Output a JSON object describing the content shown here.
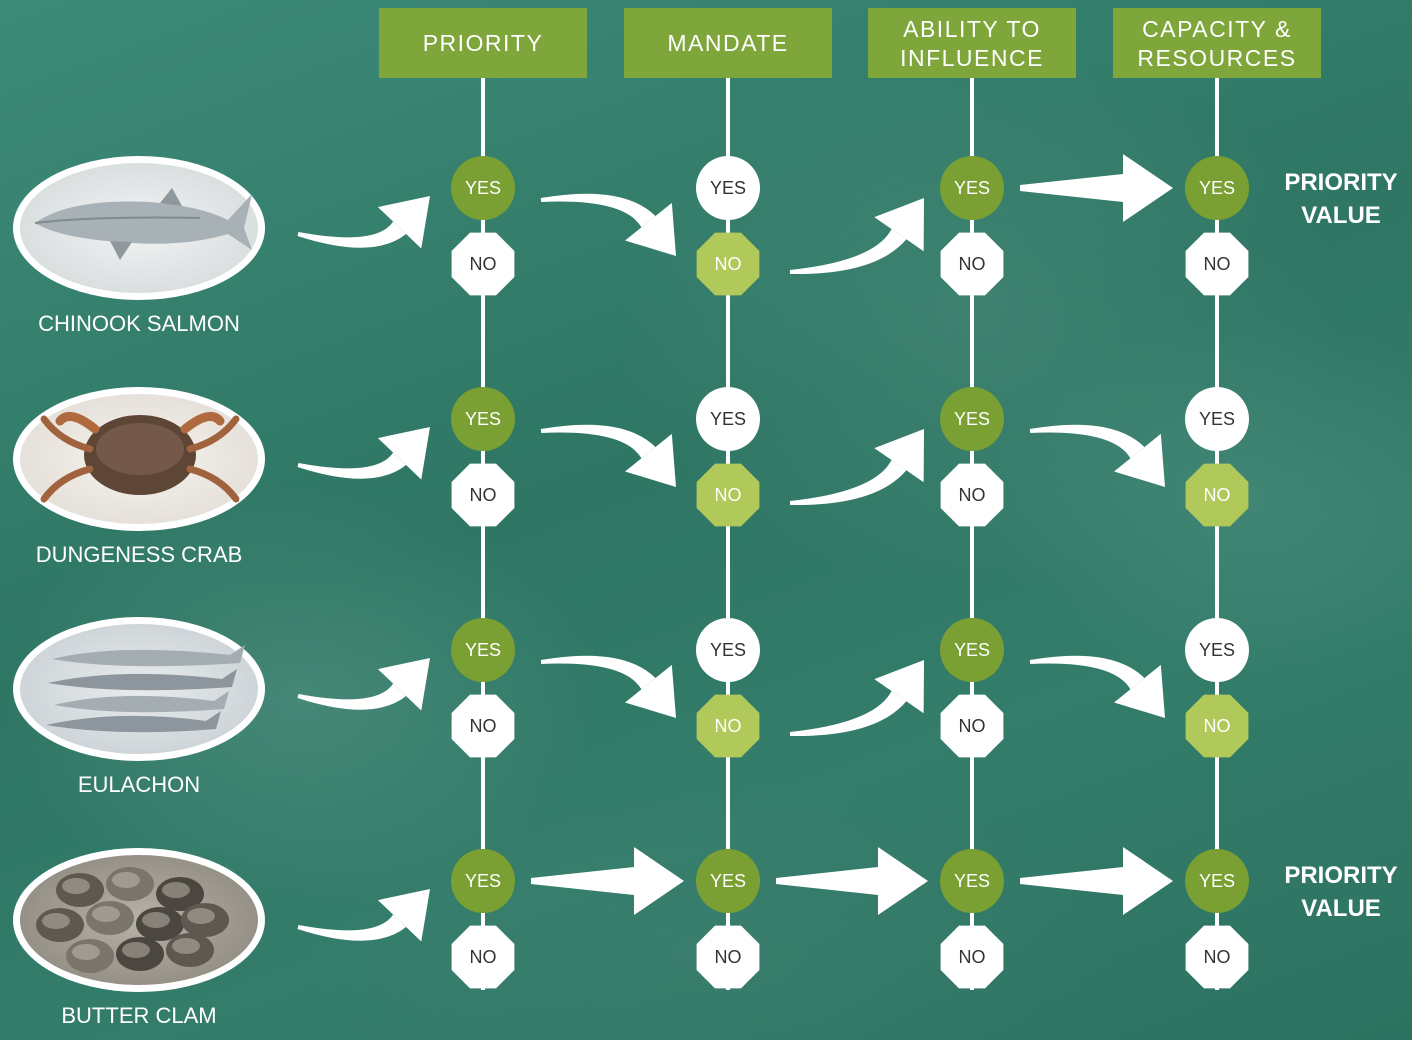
{
  "criteria": [
    "PRIORITY",
    "MANDATE",
    "ABILITY TO INFLUENCE",
    "CAPACITY & RESOURCES"
  ],
  "yes_label": "YES",
  "no_label": "NO",
  "colors": {
    "header_bg": "#7ea63a",
    "yes_selected": "#7a9f33",
    "no_selected": "#b1c95a",
    "unselected": "#ffffff",
    "line": "#ffffff"
  },
  "species": [
    {
      "name": "CHINOOK SALMON",
      "image_icon": "salmon-photo-icon",
      "answers": [
        "YES",
        "NO",
        "YES",
        "YES"
      ],
      "result": "PRIORITY VALUE"
    },
    {
      "name": "DUNGENESS CRAB",
      "image_icon": "crab-photo-icon",
      "answers": [
        "YES",
        "NO",
        "YES",
        "NO"
      ],
      "result": ""
    },
    {
      "name": "EULACHON",
      "image_icon": "eulachon-photo-icon",
      "answers": [
        "YES",
        "NO",
        "YES",
        "NO"
      ],
      "result": ""
    },
    {
      "name": "BUTTER CLAM",
      "image_icon": "clam-photo-icon",
      "answers": [
        "YES",
        "YES",
        "YES",
        "YES"
      ],
      "result": "PRIORITY VALUE"
    }
  ]
}
